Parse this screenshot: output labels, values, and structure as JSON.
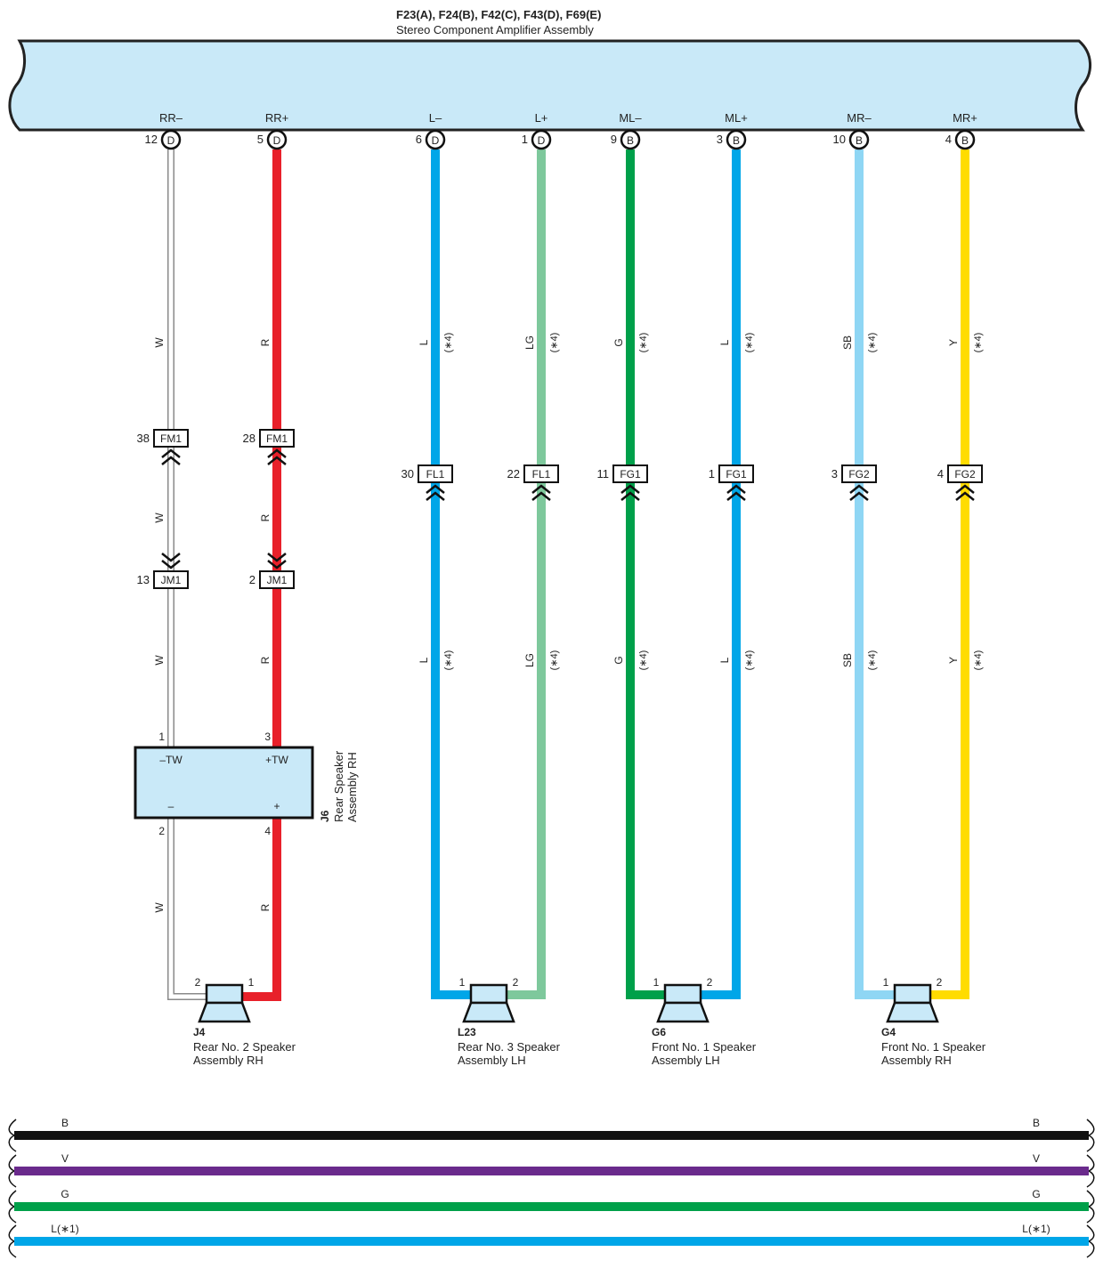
{
  "header": {
    "connectors": "F23(A), F24(B), F42(C), F43(D), F69(E)",
    "name": "Stereo Component Amplifier Assembly"
  },
  "colors": {
    "amp_fill": "#c9e9f8",
    "W": "#d4d4d4",
    "R": "#e8202a",
    "L": "#00a6e8",
    "LG": "#7ec89c",
    "G": "#00a04a",
    "SB": "#8fd6f4",
    "Y": "#ffdc00",
    "B": "#111111",
    "V": "#6a2a8c"
  },
  "terminals": [
    {
      "name": "RR–",
      "pin": "12",
      "conn": "D"
    },
    {
      "name": "RR+",
      "pin": "5",
      "conn": "D"
    },
    {
      "name": "L–",
      "pin": "6",
      "conn": "D"
    },
    {
      "name": "L+",
      "pin": "1",
      "conn": "D"
    },
    {
      "name": "ML–",
      "pin": "9",
      "conn": "B"
    },
    {
      "name": "ML+",
      "pin": "3",
      "conn": "B"
    },
    {
      "name": "MR–",
      "pin": "10",
      "conn": "B"
    },
    {
      "name": "MR+",
      "pin": "4",
      "conn": "B"
    }
  ],
  "wire_labels": {
    "W": "W",
    "R": "R",
    "L": "L",
    "LG": "LG",
    "G": "G",
    "SB": "SB",
    "Y": "Y",
    "note": "(∗4)"
  },
  "junctions": [
    {
      "pin": "38",
      "name": "FM1"
    },
    {
      "pin": "28",
      "name": "FM1"
    },
    {
      "pin": "13",
      "name": "JM1"
    },
    {
      "pin": "2",
      "name": "JM1"
    },
    {
      "pin": "30",
      "name": "FL1"
    },
    {
      "pin": "22",
      "name": "FL1"
    },
    {
      "pin": "11",
      "name": "FG1"
    },
    {
      "pin": "1",
      "name": "FG1"
    },
    {
      "pin": "3",
      "name": "FG2"
    },
    {
      "pin": "4",
      "name": "FG2"
    }
  ],
  "j6": {
    "code": "J6",
    "name1": "Rear Speaker",
    "name2": "Assembly RH",
    "p1": "1",
    "p3": "3",
    "p2": "2",
    "p4": "4",
    "neg_tw": "–TW",
    "pos_tw": "+TW",
    "neg": "–",
    "pos": "+"
  },
  "speakers": [
    {
      "code": "J4",
      "line1": "Rear No.  2 Speaker",
      "line2": "Assembly RH",
      "pa": "2",
      "pb": "1"
    },
    {
      "code": "L23",
      "line1": "Rear No.  3 Speaker",
      "line2": "Assembly LH",
      "pa": "1",
      "pb": "2"
    },
    {
      "code": "G6",
      "line1": "Front No.  1 Speaker",
      "line2": "Assembly LH",
      "pa": "1",
      "pb": "2"
    },
    {
      "code": "G4",
      "line1": "Front No.  1 Speaker",
      "line2": "Assembly RH",
      "pa": "1",
      "pb": "2"
    }
  ],
  "bus": [
    {
      "label": "B",
      "color_key": "B"
    },
    {
      "label": "V",
      "color_key": "V"
    },
    {
      "label": "G",
      "color_key": "G"
    },
    {
      "label": "L(∗1)",
      "color_key": "L"
    }
  ]
}
